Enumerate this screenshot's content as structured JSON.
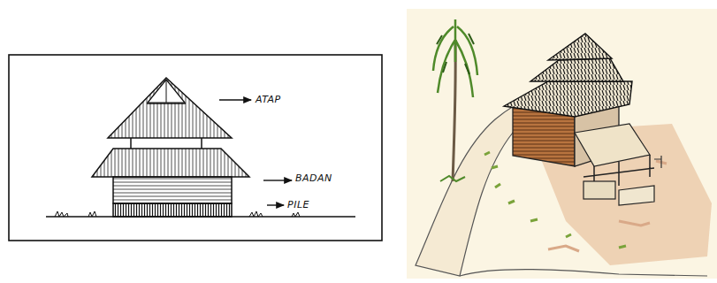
{
  "diagram": {
    "labels": [
      "ATAP",
      "BADAN",
      "PILE"
    ]
  }
}
